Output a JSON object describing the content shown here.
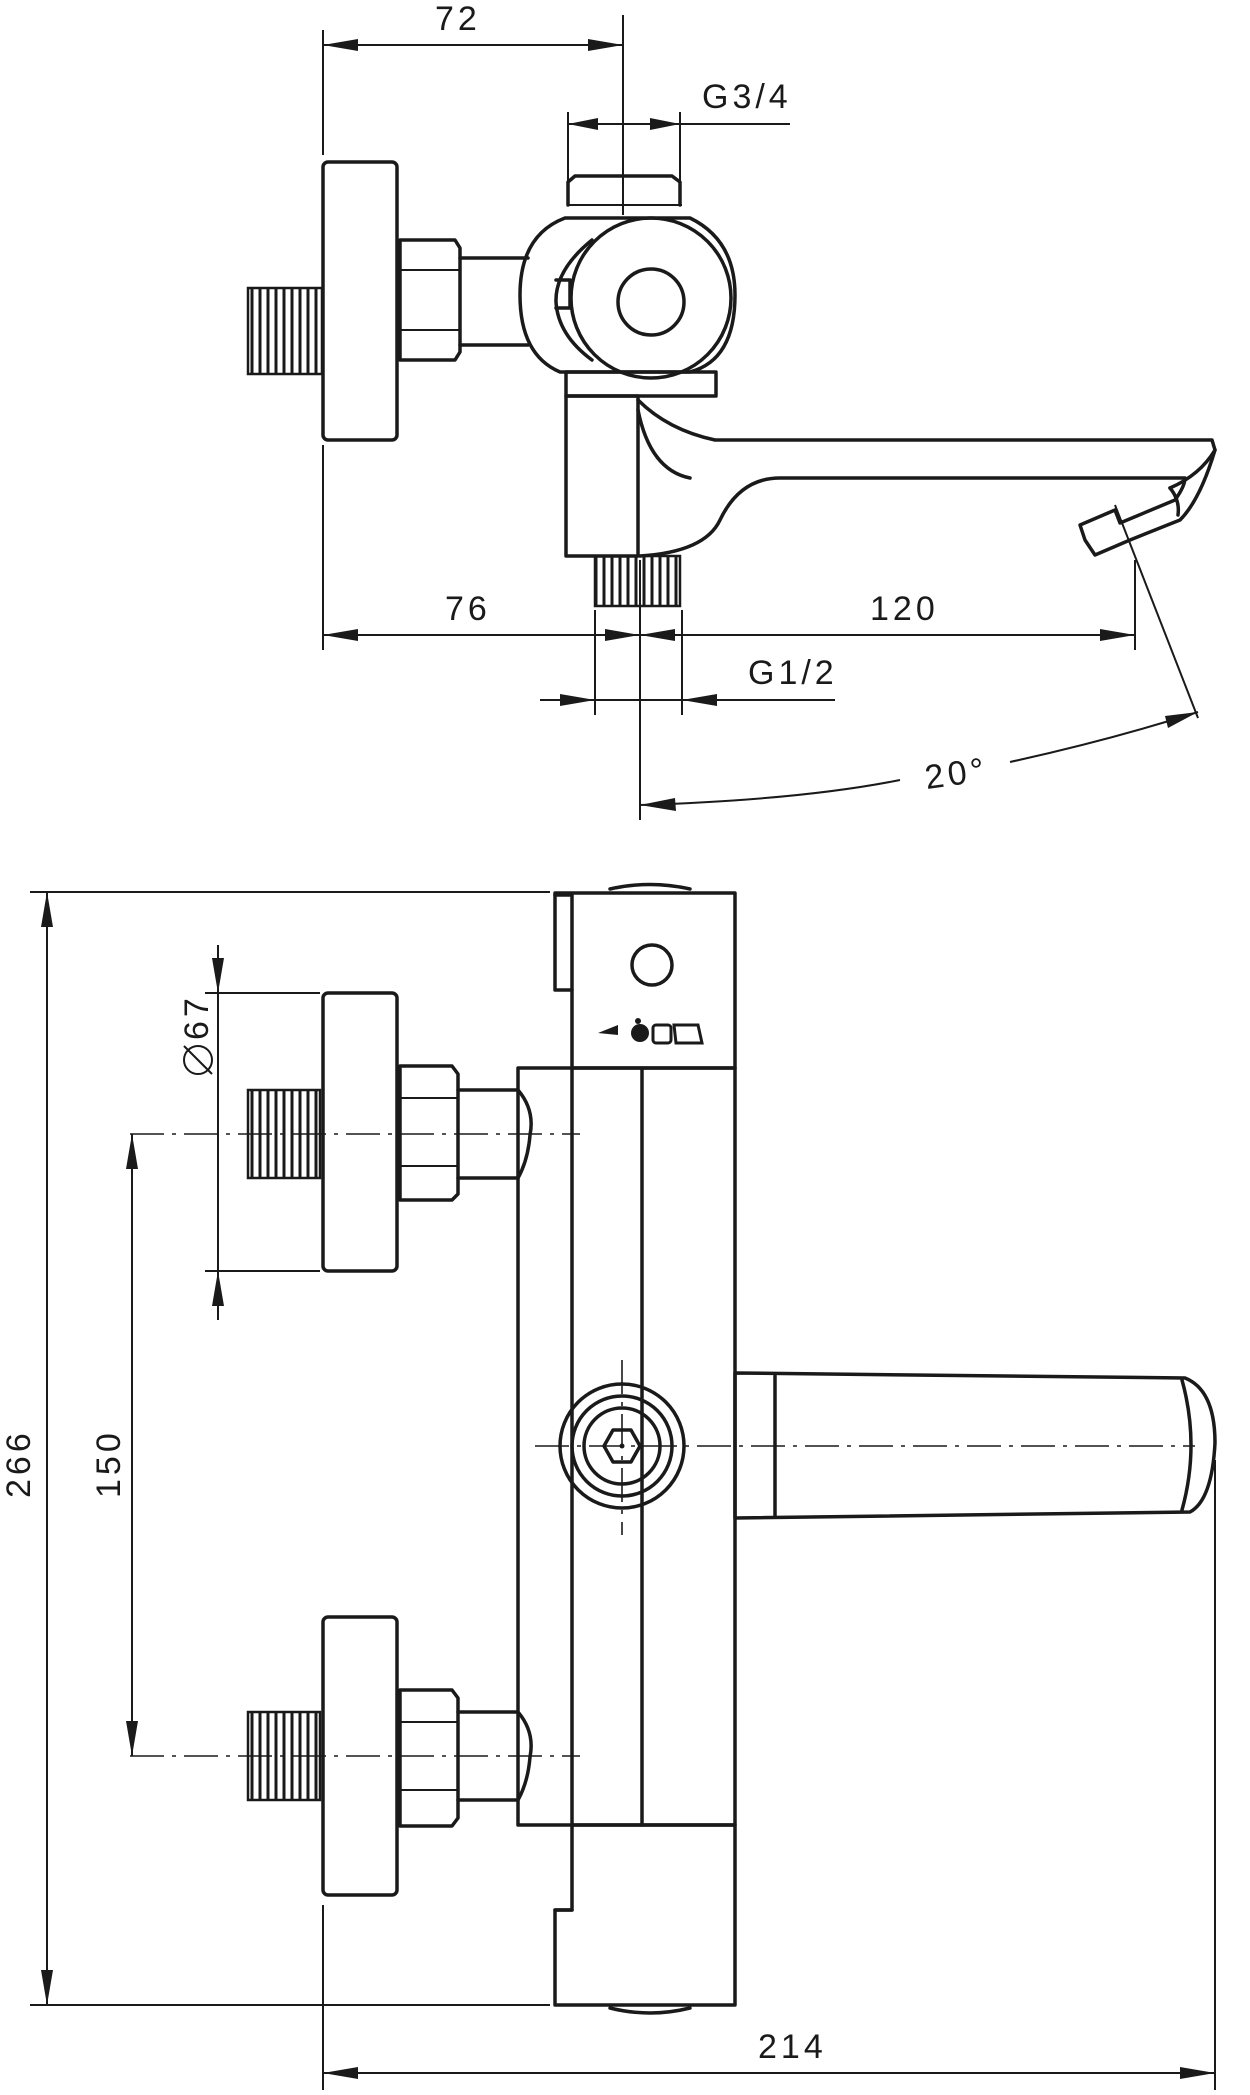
{
  "dimensions": {
    "top_width": "72",
    "top_inlet_thread": "G3/4",
    "left_offset": "76",
    "spout_reach": "120",
    "outlet_thread": "G1/2",
    "swivel_angle": "20°",
    "overall_height": "266",
    "eccentric_diameter": "67",
    "centers": "150",
    "overall_width": "214"
  },
  "icons": {
    "temperature_scale": "temperature-scale-icon"
  }
}
